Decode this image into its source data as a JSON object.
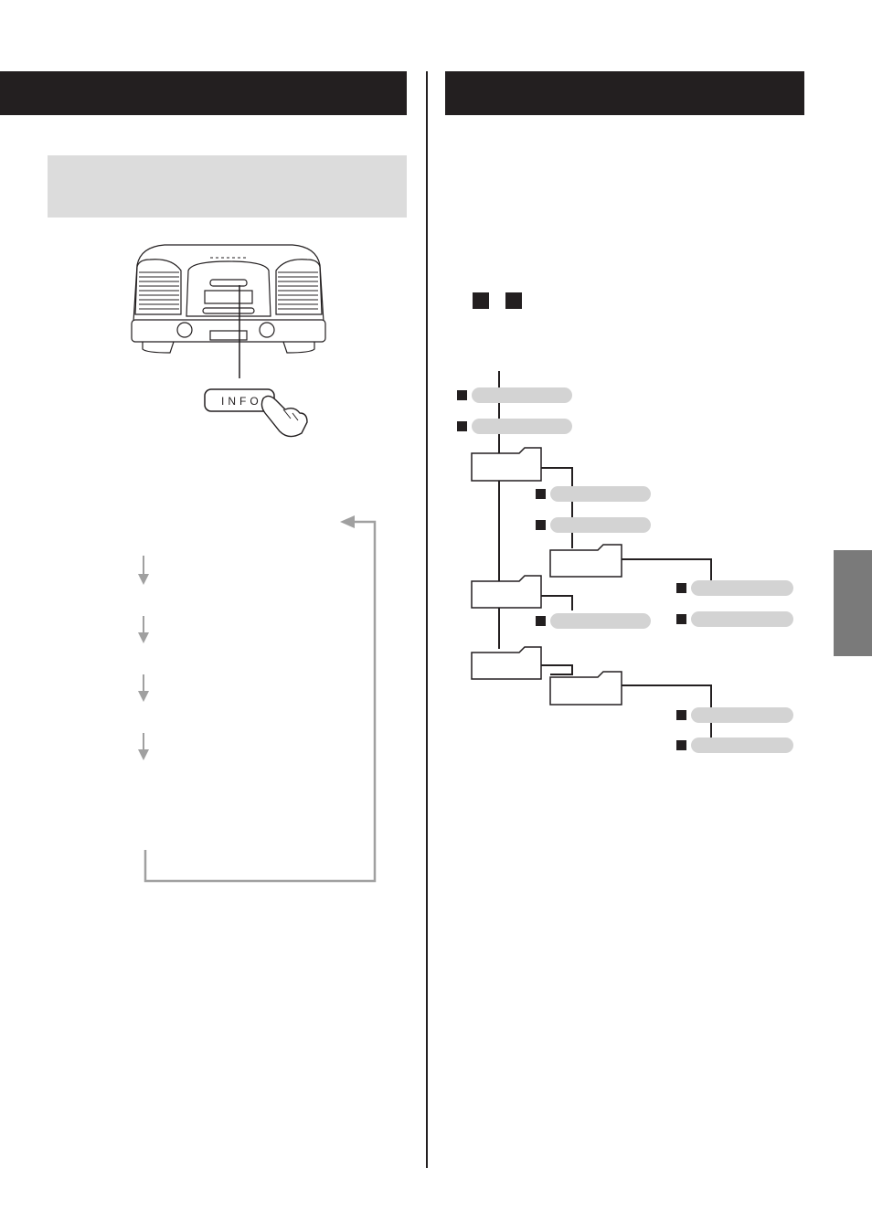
{
  "colors": {
    "header_bar": "#231f20",
    "note_box": "#dcdcdc",
    "pill": "#d3d3d3",
    "cycle_arrow": "#a0a0a0",
    "side_tab": "#7a7a7a"
  },
  "device_illustration": {
    "button_label": "INFO"
  },
  "icons": [
    "unit-illustration",
    "hand-pointer-icon",
    "down-arrow-icon",
    "cycle-return-arrow",
    "folder-icon",
    "file-marker-icon"
  ]
}
